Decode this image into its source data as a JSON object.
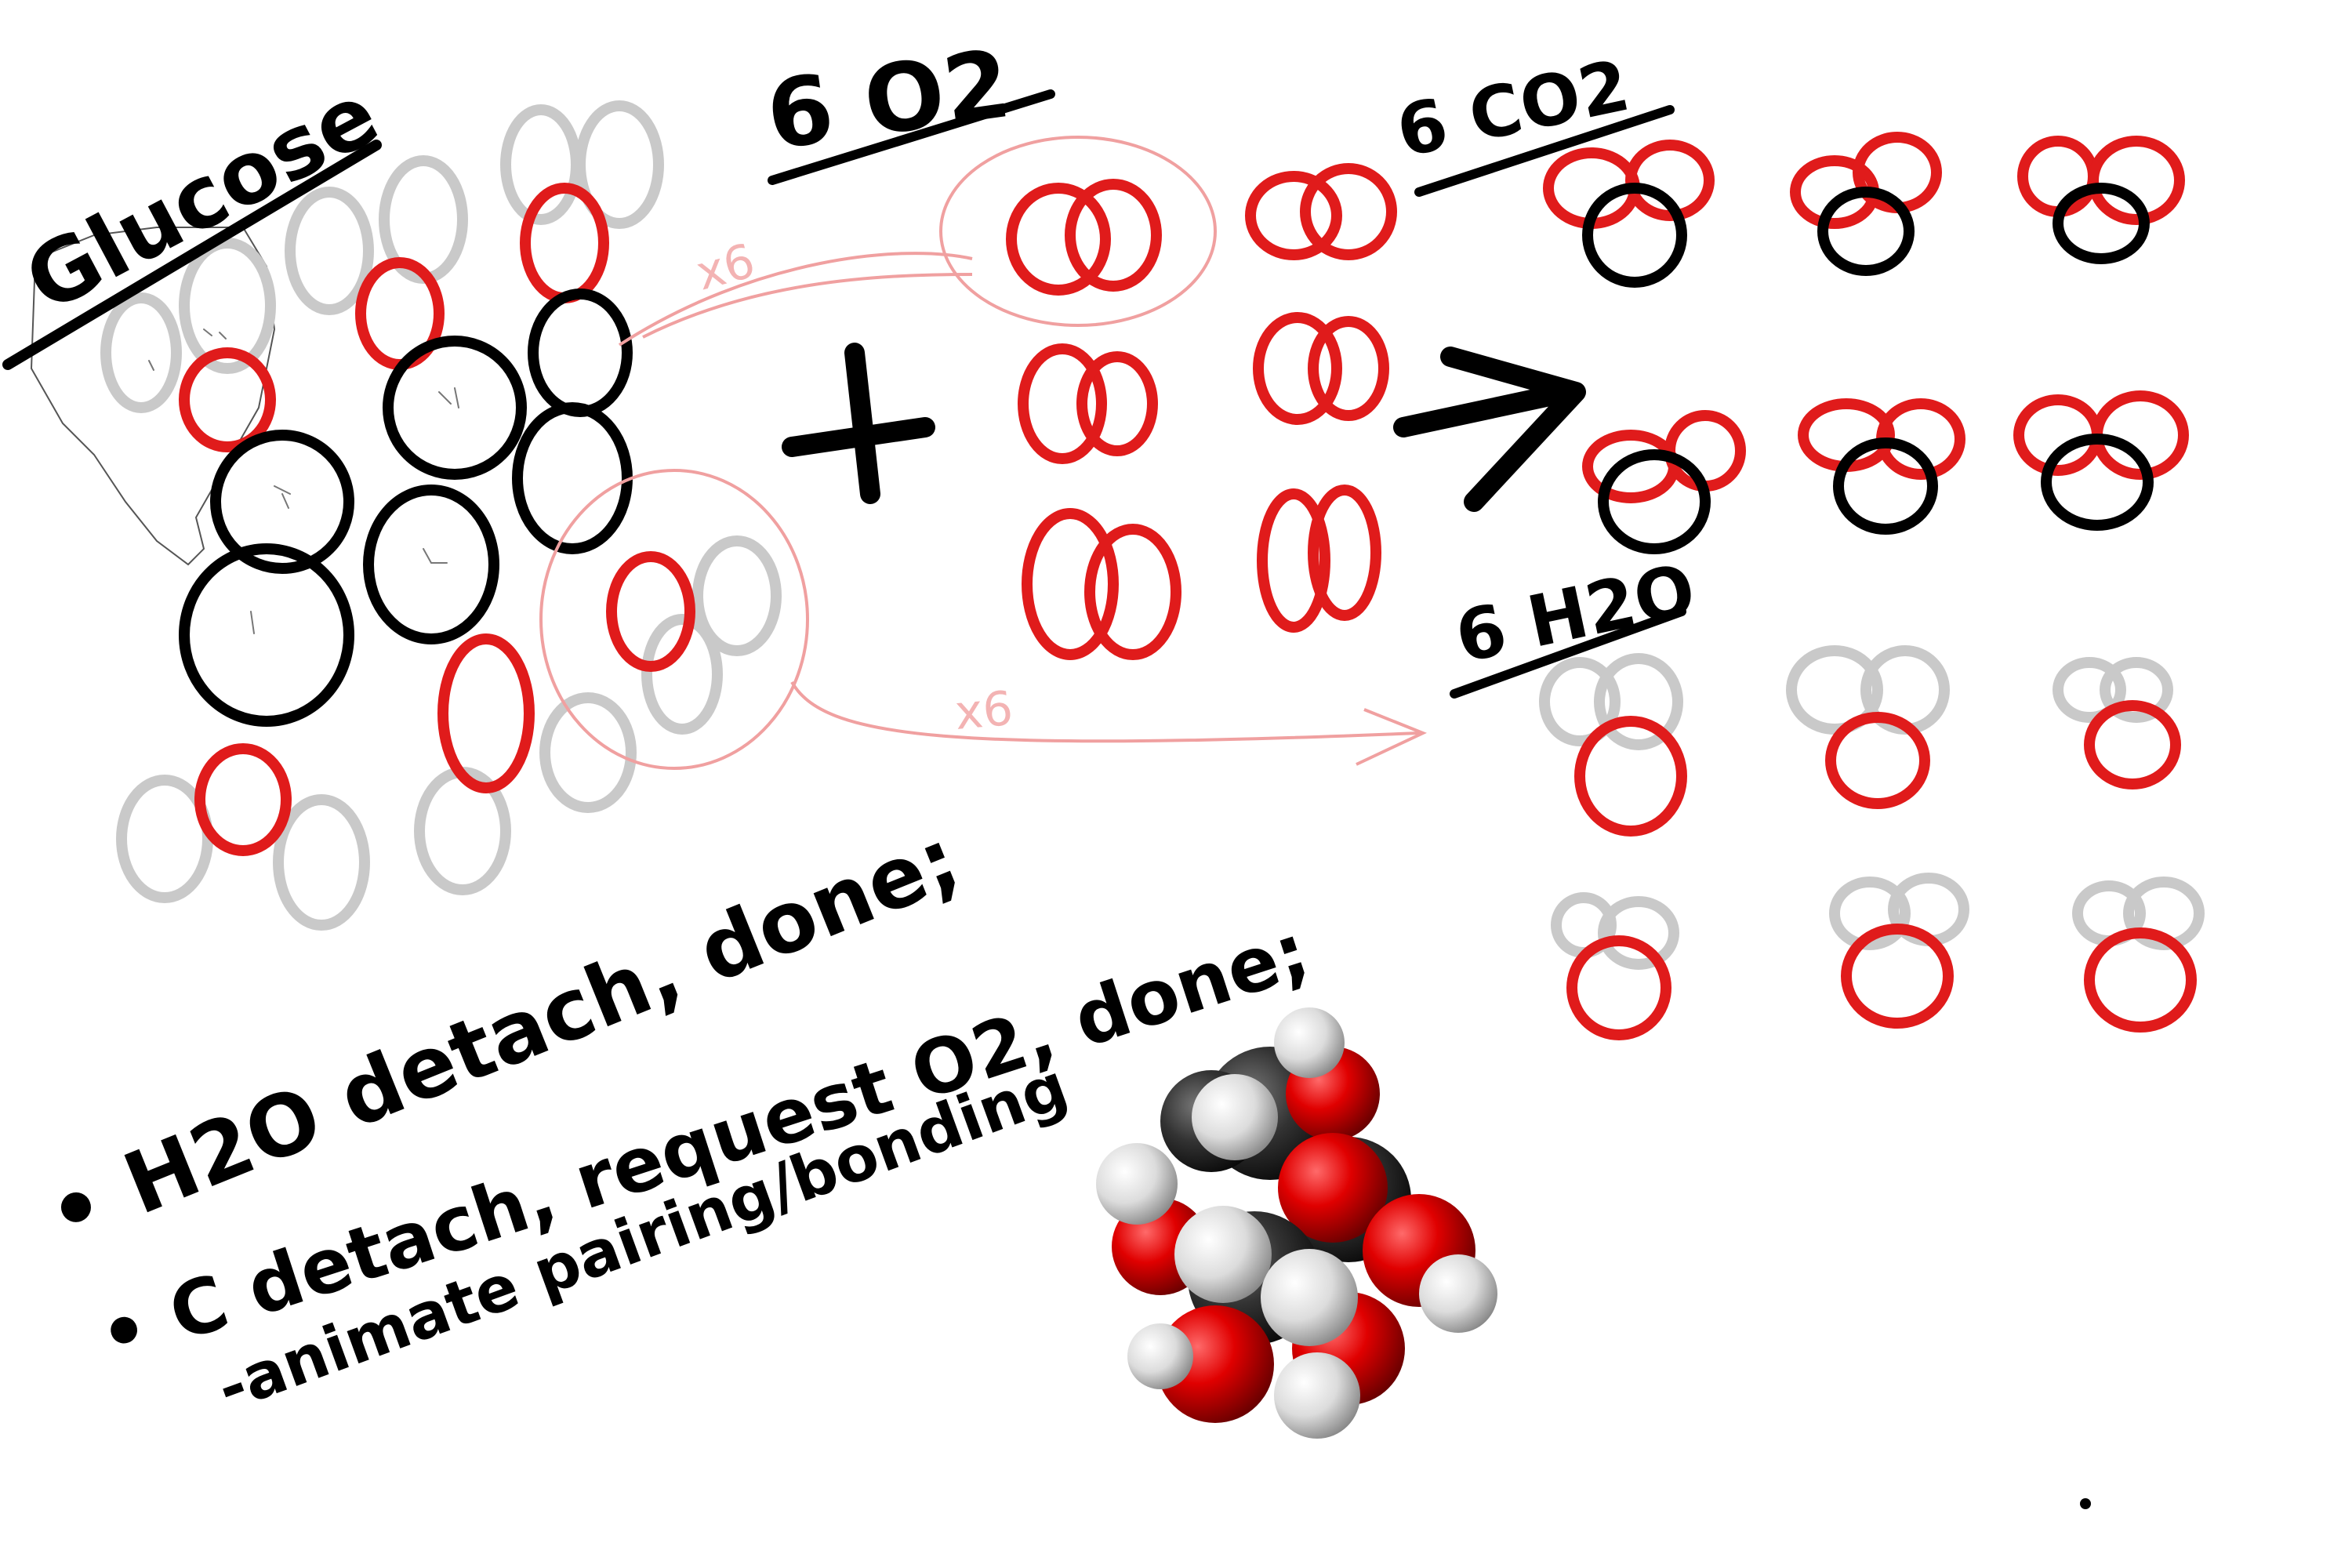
{
  "labels": {
    "glucose": "Glucose",
    "oxygen": "6 O2",
    "co2": "6 CO2",
    "water": "6 H2O",
    "plus": "+",
    "multiplier_top": "x6",
    "multiplier_bottom": "x6"
  },
  "notes": [
    "• H2O detach, done;",
    "• C detach, request O2, done;",
    "-animate pairing/bonding"
  ],
  "colors": {
    "oxygen": "#e01b1b",
    "carbon": "#000000",
    "hydrogen": "#c8c8c8",
    "annotation": "#f0a0a0",
    "ink": "#000000"
  }
}
